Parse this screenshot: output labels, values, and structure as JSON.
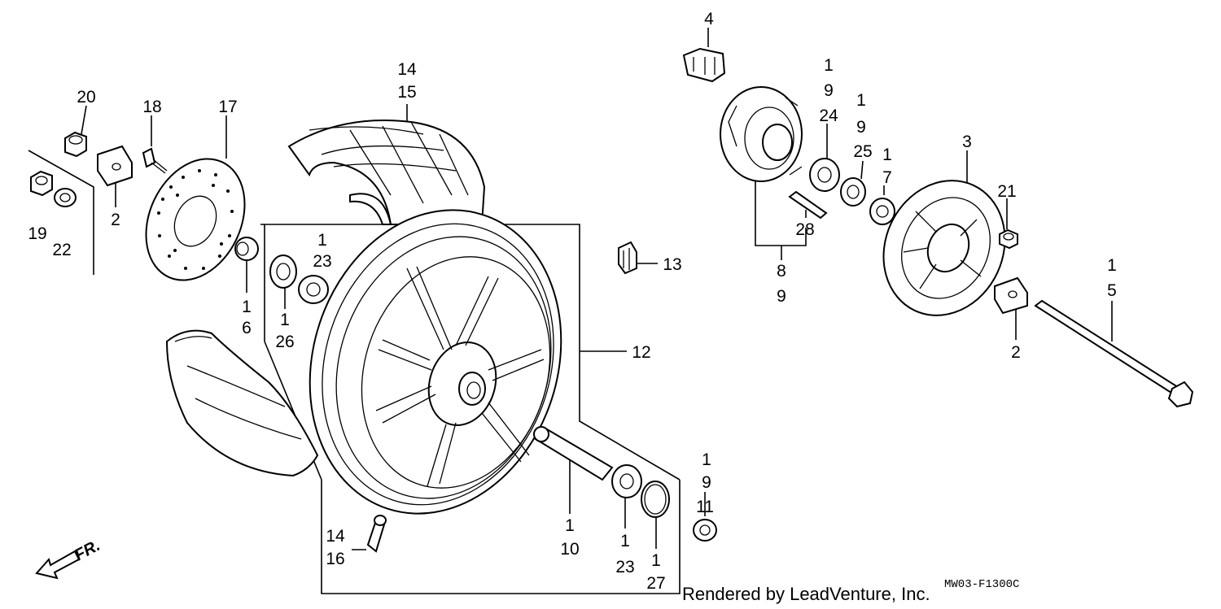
{
  "labels": [
    {
      "id": "l4",
      "text": "4"
    },
    {
      "id": "l1a",
      "text": "1"
    },
    {
      "id": "l9a",
      "text": "9"
    },
    {
      "id": "l24",
      "text": "24"
    },
    {
      "id": "l1b",
      "text": "1"
    },
    {
      "id": "l9b",
      "text": "9"
    },
    {
      "id": "l25",
      "text": "25"
    },
    {
      "id": "l1c",
      "text": "1"
    },
    {
      "id": "l7",
      "text": "7"
    },
    {
      "id": "l3",
      "text": "3"
    },
    {
      "id": "l21",
      "text": "21"
    },
    {
      "id": "l28",
      "text": "28"
    },
    {
      "id": "l8",
      "text": "8"
    },
    {
      "id": "l9c",
      "text": "9"
    },
    {
      "id": "l1d",
      "text": "1"
    },
    {
      "id": "l5",
      "text": "5"
    },
    {
      "id": "l2b",
      "text": "2"
    },
    {
      "id": "l13",
      "text": "13"
    },
    {
      "id": "l12",
      "text": "12"
    },
    {
      "id": "l14a",
      "text": "14"
    },
    {
      "id": "l15",
      "text": "15"
    },
    {
      "id": "l20",
      "text": "20"
    },
    {
      "id": "l18",
      "text": "18"
    },
    {
      "id": "l17",
      "text": "17"
    },
    {
      "id": "l2a",
      "text": "2"
    },
    {
      "id": "l19",
      "text": "19"
    },
    {
      "id": "l22",
      "text": "22"
    },
    {
      "id": "l1e",
      "text": "1"
    },
    {
      "id": "l6",
      "text": "6"
    },
    {
      "id": "l1f",
      "text": "1"
    },
    {
      "id": "l23a",
      "text": "23"
    },
    {
      "id": "l1g",
      "text": "1"
    },
    {
      "id": "l26",
      "text": "26"
    },
    {
      "id": "l1h",
      "text": "1"
    },
    {
      "id": "l9d",
      "text": "9"
    },
    {
      "id": "l11",
      "text": "11"
    },
    {
      "id": "l1i",
      "text": "1"
    },
    {
      "id": "l10",
      "text": "10"
    },
    {
      "id": "l1j",
      "text": "1"
    },
    {
      "id": "l23b",
      "text": "23"
    },
    {
      "id": "l1k",
      "text": "1"
    },
    {
      "id": "l27",
      "text": "27"
    },
    {
      "id": "l14b",
      "text": "14"
    },
    {
      "id": "l16",
      "text": "16"
    }
  ],
  "direction_label": "FR.",
  "credit": "Rendered by LeadVenture, Inc.",
  "diagram_code": "MW03-F1300C"
}
